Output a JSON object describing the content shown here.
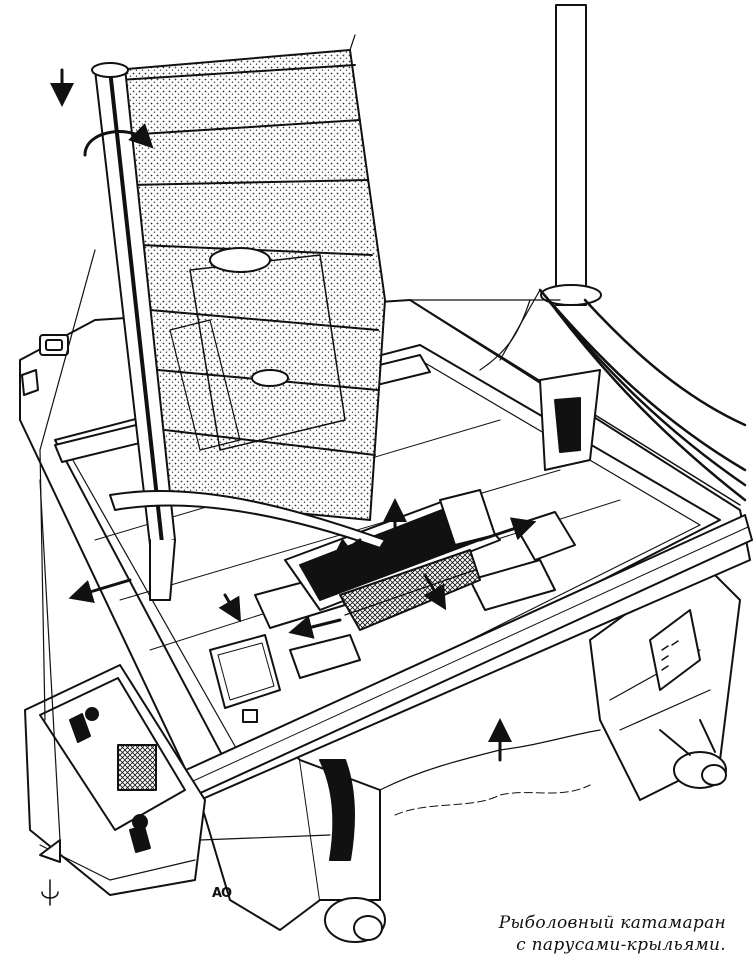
{
  "caption": {
    "line1": "Рыболовный катамаран",
    "line2": "с парусами-крыльями."
  },
  "signature": "АО",
  "colors": {
    "ink": "#111111",
    "paper": "#ffffff",
    "sail": "#d9d9d9"
  }
}
